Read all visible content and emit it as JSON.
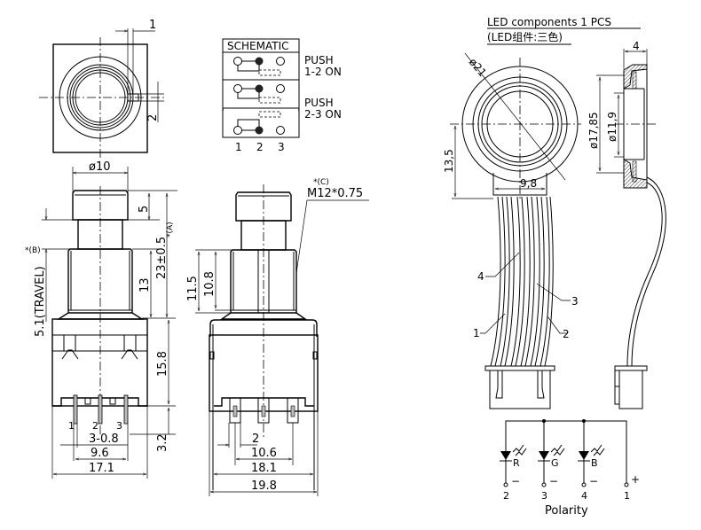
{
  "drawing": {
    "top_view": {
      "dim_slot_width": "1",
      "dim_slot_height": "2",
      "dim_cap_diameter": "ø10"
    },
    "schematic": {
      "title": "SCHEMATIC",
      "state1_line1": "PUSH",
      "state1_line2": "1-2  ON",
      "state2_line1": "PUSH",
      "state2_line2": "2-3  ON",
      "pins": [
        "1",
        "2",
        "3"
      ]
    },
    "front_view": {
      "dim_cap_height": "5",
      "dim_total_height": "23±0.5",
      "note_a": "*(A)",
      "note_b": "*(B)",
      "dim_travel": "5.1(TRAVEL)",
      "dim_thread_length": "13",
      "dim_body_height": "15.8",
      "dim_pin_length": "3.2",
      "pin_labels": [
        "1",
        "2",
        "3"
      ],
      "dim_pin_width": "3-0.8",
      "dim_pin_span": "9.6",
      "dim_body_width": "17.1"
    },
    "side_view": {
      "note_c": "*(C)",
      "thread_spec": "M12*0.75",
      "dim_thread_outer": "11.5",
      "dim_thread_inner": "10.8",
      "dim_pin_width": "2",
      "dim_pin_span": "10.6",
      "dim_body_inner": "18.1",
      "dim_body_outer": "19.8"
    },
    "led": {
      "title_en": "LED  components  1  PCS",
      "title_cn": "(LED组件:三色)",
      "dim_ring_diameter": "ø21",
      "dim_center_to_tab": "13,5",
      "dim_tab_width": "9,8",
      "dim_side_thickness": "4",
      "dim_outer_diameter": "ø17,85",
      "dim_inner_diameter": "ø11,9",
      "wire_labels": [
        "4",
        "3",
        "1",
        "2"
      ]
    },
    "polarity": {
      "title": "Polarity",
      "leds": [
        {
          "color_label": "R",
          "pin": "2",
          "sign": "−"
        },
        {
          "color_label": "G",
          "pin": "3",
          "sign": "−"
        },
        {
          "color_label": "B",
          "pin": "4",
          "sign": "−"
        }
      ],
      "common_pin": "1",
      "common_sign": "+"
    }
  }
}
